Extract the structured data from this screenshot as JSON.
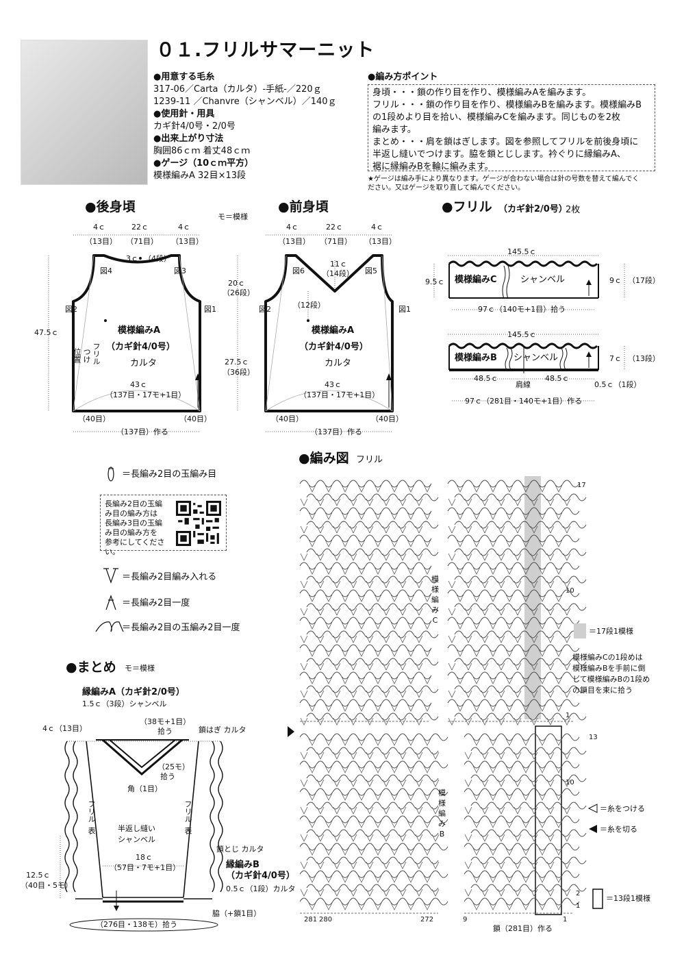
{
  "title": "０１.フリルサマーニット",
  "materials": {
    "yarn_heading": "●用意する毛糸",
    "yarn_lines": [
      "317-06／Carta（カルタ）-手紙-／220ｇ",
      "1239-11 ／Chanvre（シャンベル）／140ｇ"
    ],
    "needle_heading": "●使用針・用具",
    "needle_line": "カギ針4/0号・2/0号",
    "size_heading": "●出来上がり寸法",
    "size_line": "胸囲86ｃｍ 着丈48ｃｍ",
    "gauge_heading": "●ゲージ（10ｃｍ平方）",
    "gauge_line": "模様編みA 32目×13段"
  },
  "points": {
    "heading": "●編み方ポイント",
    "lines": [
      "身頃・・・鎖の作り目を作り、模様編みAを編みます。",
      "フリル・・・鎖の作り目を作り、模様編みBを編みます。模様編みB",
      "の1段めより目を拾い、模様編みCを編みます。同じものを2枚",
      "編みます。",
      "まとめ・・・肩を鎖はぎします。図を参照してフリルを前後身頃に",
      "半返し縫いでつけます。脇を鎖とじします。衿ぐりに縁編みA、",
      "裾に縁編みBを輪に編みます。"
    ],
    "note_lines": [
      "★ゲージは編み手により異なります。ゲージが合わない場合は針の号数を替えて編んでく",
      "ださい。又はゲージを取り直して編んでください。"
    ]
  },
  "back": {
    "heading": "●後身頃",
    "mo_note": "モ＝模様",
    "top_dims": [
      "4ｃ",
      "22ｃ",
      "4ｃ"
    ],
    "top_counts": [
      "（13目）",
      "（71目）",
      "（13目）"
    ],
    "neck": "3ｃ",
    "neck_rows": "（4段）",
    "fig_labels": [
      "図4",
      "図3",
      "図2",
      "図1"
    ],
    "height_total": "47.5ｃ",
    "armhole": "20ｃ",
    "armhole_rows": "（26段）",
    "body": "27.5ｃ",
    "body_rows": "（36段）",
    "pattern": "模様編みA",
    "needle": "（カギ針4/0号）",
    "yarn": "カルタ",
    "frill_pos": [
      "フリル",
      "つけ",
      "位置"
    ],
    "width": "43ｃ",
    "width_count": "（137目・17モ+1目）",
    "bottom_counts": [
      "（40目）",
      "（40目）"
    ],
    "foundation": "（137目）作る"
  },
  "front": {
    "heading": "●前身頃",
    "top_dims": [
      "4ｃ",
      "22ｃ",
      "4ｃ"
    ],
    "top_counts": [
      "（13目）",
      "（71目）",
      "（13目）"
    ],
    "vneck": "11ｃ",
    "vneck_rows": "（14段）",
    "fig_labels": [
      "図6",
      "図5",
      "図2",
      "図1"
    ],
    "rows12": "（12段）",
    "pattern": "模様編みA",
    "needle": "（カギ針4/0号）",
    "yarn": "カルタ",
    "width": "43ｃ",
    "width_count": "（137目・17モ+1目）",
    "bottom_counts": [
      "（40目）",
      "（40目）"
    ],
    "foundation": "（137目）作る"
  },
  "frill": {
    "heading": "●フリル",
    "heading_sub": "（カギ針2/0号）",
    "count": "2枚",
    "top_width": "145.5ｃ",
    "left_height": "9.5ｃ",
    "patC": "模様編みC",
    "chanvre1": "シャンベル",
    "c_height": "9ｃ",
    "c_rows": "（17段）",
    "pickup": "97ｃ（140モ+1目）拾う",
    "mid_width": "145.5ｃ",
    "patB": "模様編みB",
    "chanvre2": "シャンベル",
    "b_height": "7ｃ",
    "b_rows": "（13段）",
    "half_left": "48.5ｃ",
    "half_right": "48.5ｃ",
    "shoulder": "肩線",
    "edge": "0.5ｃ（1段）",
    "foundation": "97ｃ（281目・140モ+1目）作る"
  },
  "legend": {
    "l1": "＝長編み2目の玉編み目",
    "qr_text": [
      "長編み2目の玉編",
      "み目の編み方は",
      "長編み3目の玉編",
      "み目の編み方を",
      "参考にしてくださ",
      "い。"
    ],
    "l2": "＝長編み2目編み入れる",
    "l3": "＝長編み2目一度",
    "l4": "＝長編み2目の玉編み2目一度"
  },
  "matome": {
    "heading": "●まとめ",
    "mo_note": "モ＝模様",
    "edgeA": "縁編みA（カギ針2/0号）",
    "edgeA_sub": "1.5ｃ（3段）シャンベル",
    "shoulder_dim": "4ｃ（13目）",
    "pickup38": "（38モ+1目）",
    "pickup38b": "拾う",
    "chain_join": "鎖はぎ カルタ",
    "pickup25": "（25モ）",
    "pickup25b": "拾う",
    "corner": "角（1目）",
    "frill_l": [
      "フ",
      "リ",
      "ル",
      "表"
    ],
    "frill_r": [
      "フ",
      "リ",
      "ル",
      "表"
    ],
    "half_back": "半返し縫い",
    "half_back2": "シャンベル",
    "width18": "18ｃ",
    "width18_count": "（57目・7モ+1目）",
    "side_join": "鎖とじ カルタ",
    "edgeB": "縁編みB",
    "edgeB_sub": "（カギ針4/0号）",
    "edgeB_dim": "0.5ｃ（1段）カルタ",
    "left_dim": "12.5ｃ",
    "left_count": "（40目・5モ）",
    "side": "脇（+鎖1目）",
    "bottom": "（276目・138モ）拾う"
  },
  "chart": {
    "heading": "●編み図",
    "heading_sub": "フリル",
    "label_C": [
      "模",
      "様",
      "編",
      "み",
      "C"
    ],
    "label_B": [
      "模",
      "様",
      "編",
      "み",
      "B"
    ],
    "row_nums": [
      "17",
      "10",
      "1",
      "13",
      "10",
      "2",
      "1"
    ],
    "bottom_nums": [
      "281",
      "280",
      "272",
      "9",
      "1"
    ],
    "foundation": "鎖（281目）作る",
    "repeat17": "＝17段1模様",
    "note": [
      "模様編みCの1段めは",
      "模様編みBを手前に倒",
      "して模様編みBの1段め",
      "の鎖目を束に拾う"
    ],
    "attach": "＝糸をつける",
    "cut": "＝糸を切る",
    "repeat13": "＝13段1模様"
  }
}
